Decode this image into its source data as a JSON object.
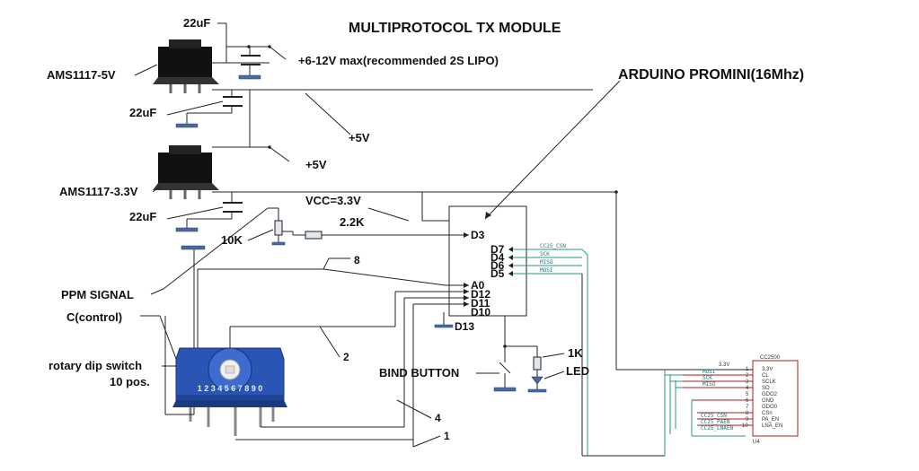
{
  "title": "MULTIPROTOCOL TX MODULE",
  "regulators": {
    "reg5v": "AMS1117-5V",
    "reg33v": "AMS1117-3.3V"
  },
  "capacitors": {
    "c_top": "22uF",
    "c_mid": "22uF",
    "c_low": "22uF"
  },
  "power": {
    "input": "+6-12V max(recommended 2S LIPO)",
    "v5_a": "+5V",
    "v5_b": "+5V",
    "vcc": "VCC=3.3V"
  },
  "arduino": {
    "label": "ARDUINO PROMINI(16Mhz)",
    "pins_left": [
      "D3",
      "A0",
      "D12",
      "D11",
      "D10",
      "D13"
    ],
    "pins_right": [
      "D7",
      "D4",
      "D6",
      "D5"
    ]
  },
  "resistors": {
    "r_pot": "10K",
    "r_series": "2.2K",
    "r_led": "1K"
  },
  "signals": {
    "ppm": "PPM SIGNAL",
    "control": "C(control)"
  },
  "switch": {
    "label_line1": "rotary dip switch",
    "label_line2": "10 pos.",
    "dial_numbers": "1 2 3 4 5 6 7 8 9 0"
  },
  "switch_pins": {
    "p8": "8",
    "p2": "2",
    "p4": "4",
    "p1": "1"
  },
  "bind_button": "BIND BUTTON",
  "led": "LED",
  "net_labels": [
    "CC25_CSN",
    "SCK",
    "MISO",
    "MOSI"
  ],
  "cc2500": {
    "name": "CC2500",
    "ref": "U4",
    "top": "3.3V",
    "pin_names": [
      "3.3V",
      "CL",
      "SCLK",
      "SO",
      "GDO2",
      "GND",
      "GDO0",
      "CSn",
      "PA_EN",
      "LNA_EN"
    ],
    "pin_numbers": [
      "1",
      "2",
      "3",
      "4",
      "5",
      "6",
      "7",
      "8",
      "9",
      "10"
    ],
    "net_left": [
      "MOSI",
      "SCK",
      "MISO",
      "CC25_CSN",
      "CC25_PAEN",
      "CC25_LNAEN"
    ]
  }
}
